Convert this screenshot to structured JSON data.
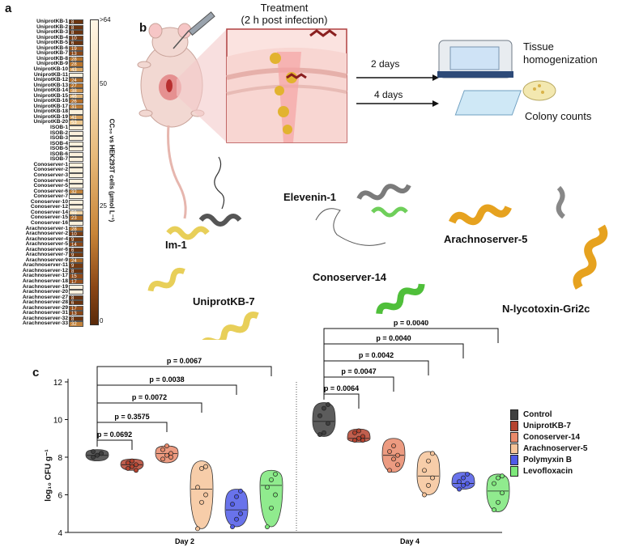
{
  "panel_a": {
    "label": "a",
    "cbar_label": "CC₅₀ vs HEK293T cells (µmol L⁻¹)",
    "cbar_ticks": [
      ">64",
      "50",
      "25",
      "0"
    ],
    "rows": [
      {
        "name": "UniprotKB-1",
        "value": "8",
        "color": "#6b3410"
      },
      {
        "name": "UniprotKB-2",
        "value": "8",
        "color": "#6b3410"
      },
      {
        "name": "UniprotKB-3",
        "value": "8",
        "color": "#6b3410"
      },
      {
        "name": "UniprotKB-4",
        "value": "10",
        "color": "#7a3c12"
      },
      {
        "name": "UniprotKB-5",
        "value": "6",
        "color": "#6b3410"
      },
      {
        "name": "UniprotKB-6",
        "value": "19",
        "color": "#a05a20"
      },
      {
        "name": "UniprotKB-7",
        "value": "13",
        "color": "#8a4616"
      },
      {
        "name": "UniprotKB-8",
        "value": "28",
        "color": "#b8742c"
      },
      {
        "name": "UniprotKB-9",
        "value": "28",
        "color": "#b8742c"
      },
      {
        "name": "UniprotKB-10",
        "value": "43",
        "color": "#d9a560"
      },
      {
        "name": "UniprotKB-11",
        "value": "",
        "color": "#fbf0dc"
      },
      {
        "name": "UniprotKB-12",
        "value": "24",
        "color": "#b06c28"
      },
      {
        "name": "UniprotKB-13",
        "value": "27",
        "color": "#b6722b"
      },
      {
        "name": "UniprotKB-14",
        "value": "38",
        "color": "#cf9550"
      },
      {
        "name": "UniprotKB-15",
        "value": "46",
        "color": "#e0b273"
      },
      {
        "name": "UniprotKB-16",
        "value": "26",
        "color": "#b46e2a"
      },
      {
        "name": "UniprotKB-17",
        "value": "31",
        "color": "#c07e36"
      },
      {
        "name": "UniprotKB-18",
        "value": "",
        "color": "#fbf0dc"
      },
      {
        "name": "UniprotKB-19",
        "value": "41",
        "color": "#d7a05c"
      },
      {
        "name": "UniprotKB-20",
        "value": "53",
        "color": "#ecc890"
      },
      {
        "name": "ISOB-1",
        "value": "",
        "color": "#fbf0dc"
      },
      {
        "name": "ISOB-2",
        "value": "",
        "color": "#fbf0dc"
      },
      {
        "name": "ISOB-3",
        "value": "",
        "color": "#fbf0dc"
      },
      {
        "name": "ISOB-4",
        "value": "",
        "color": "#fbf0dc"
      },
      {
        "name": "ISOB-5",
        "value": "",
        "color": "#fbf0dc"
      },
      {
        "name": "ISOB-6",
        "value": "",
        "color": "#fbf0dc"
      },
      {
        "name": "ISOB-7",
        "value": "",
        "color": "#fbf0dc"
      },
      {
        "name": "Conoserver-1",
        "value": "",
        "color": "#fbf0dc"
      },
      {
        "name": "Conoserver-2",
        "value": "",
        "color": "#fbf0dc"
      },
      {
        "name": "Conoserver-3",
        "value": "",
        "color": "#fbf0dc"
      },
      {
        "name": "Conoserver-4",
        "value": "",
        "color": "#fbf0dc"
      },
      {
        "name": "Conoserver-5",
        "value": "",
        "color": "#fbf0dc"
      },
      {
        "name": "Conoserver-6",
        "value": "32",
        "color": "#c2823a"
      },
      {
        "name": "Conoserver-7",
        "value": "",
        "color": "#fbf0dc"
      },
      {
        "name": "Conoserver-10",
        "value": "",
        "color": "#fbf0dc"
      },
      {
        "name": "Conoserver-12",
        "value": "",
        "color": "#fbf0dc"
      },
      {
        "name": "Conoserver-14",
        "value": "59",
        "color": "#f2d6a8"
      },
      {
        "name": "Conoserver-15",
        "value": "23",
        "color": "#ac6826"
      },
      {
        "name": "Conoserver-16",
        "value": "",
        "color": "#fbf0dc"
      },
      {
        "name": "Arachnoserver-1",
        "value": "28",
        "color": "#b8742c"
      },
      {
        "name": "Arachnoserver-2",
        "value": "10",
        "color": "#7a3c12"
      },
      {
        "name": "Arachnoserver-4",
        "value": "9",
        "color": "#743a11"
      },
      {
        "name": "Arachnoserver-5",
        "value": "14",
        "color": "#8c4817"
      },
      {
        "name": "Arachnoserver-6",
        "value": "6",
        "color": "#6b3410"
      },
      {
        "name": "Arachnoserver-7",
        "value": "9",
        "color": "#743a11"
      },
      {
        "name": "Arachnoserver-9",
        "value": "24",
        "color": "#b06c28"
      },
      {
        "name": "Arachnoserver-11",
        "value": "9",
        "color": "#743a11"
      },
      {
        "name": "Arachnoserver-12",
        "value": "8",
        "color": "#6b3410"
      },
      {
        "name": "Arachnoserver-17",
        "value": "15",
        "color": "#904a18"
      },
      {
        "name": "Arachnoserver-18",
        "value": "17",
        "color": "#984f1b"
      },
      {
        "name": "Arachnoserver-19",
        "value": "",
        "color": "#fbf0dc"
      },
      {
        "name": "Arachnoserver-20",
        "value": "",
        "color": "#fbf0dc"
      },
      {
        "name": "Arachnoserver-27",
        "value": "8",
        "color": "#6b3410"
      },
      {
        "name": "Arachnoserver-28",
        "value": "6",
        "color": "#6b3410"
      },
      {
        "name": "Arachnoserver-29",
        "value": "17",
        "color": "#984f1b"
      },
      {
        "name": "Arachnoserver-31",
        "value": "13",
        "color": "#8a4616"
      },
      {
        "name": "Arachnoserver-32",
        "value": "8",
        "color": "#6b3410"
      },
      {
        "name": "Arachnoserver-33",
        "value": "32",
        "color": "#c2823a"
      }
    ]
  },
  "panel_b": {
    "label": "b",
    "treatment_title": "Treatment",
    "treatment_sub": "(2 h post infection)",
    "arrow_1": "2 days",
    "arrow_2": "4 days",
    "tissue": "Tissue",
    "homogenization": "homogenization",
    "colony": "Colony counts",
    "peptides": [
      "Im-1",
      "UniprotKB-7",
      "Elevenin-1",
      "Conoserver-14",
      "Arachnoserver-5",
      "N-lycotoxin-Gri2c"
    ]
  },
  "panel_c": {
    "label": "c",
    "ylabel": "log₁₀ CFU g⁻¹",
    "yticks": [
      "4",
      "6",
      "8",
      "10",
      "12"
    ],
    "groups": [
      "Day 2",
      "Day 4"
    ],
    "legend": [
      {
        "name": "Control",
        "color": "#3f3f3f"
      },
      {
        "name": "UniprotKB-7",
        "color": "#b5432f"
      },
      {
        "name": "Conoserver-14",
        "color": "#e98a6b"
      },
      {
        "name": "Arachnoserver-5",
        "color": "#f6c49a"
      },
      {
        "name": "Polymyxin B",
        "color": "#4f5ae8"
      },
      {
        "name": "Levofloxacin",
        "color": "#7de87a"
      }
    ],
    "pvalues_day2": [
      "p = 0.0692",
      "p = 0.3575",
      "p = 0.0072",
      "p = 0.0038",
      "p = 0.0067"
    ],
    "pvalues_day4": [
      "p = 0.0064",
      "p = 0.0047",
      "p = 0.0042",
      "p = 0.0040",
      "p = 0.0040"
    ]
  },
  "chart_data": {
    "type": "violin",
    "title": "",
    "xlabel": "",
    "ylabel": "log10 CFU g-1",
    "ylim": [
      4,
      12
    ],
    "categories": [
      "Day 2",
      "Day 4"
    ],
    "series": [
      {
        "name": "Control",
        "median": [
          8.1,
          9.9
        ],
        "min": [
          7.8,
          9.1
        ],
        "max": [
          8.4,
          10.9
        ],
        "points": [
          [
            8.0,
            8.1,
            8.2,
            8.3,
            8.1,
            8.2
          ],
          [
            9.2,
            9.3,
            9.8,
            10.2,
            10.6,
            10.8
          ]
        ]
      },
      {
        "name": "UniprotKB-7",
        "median": [
          7.6,
          9.0
        ],
        "min": [
          7.3,
          8.8
        ],
        "max": [
          7.9,
          9.5
        ],
        "points": [
          [
            7.4,
            7.5,
            7.6,
            7.7,
            7.8,
            7.3
          ],
          [
            8.9,
            9.0,
            9.1,
            9.3,
            9.4,
            8.9
          ]
        ]
      },
      {
        "name": "Conoserver-14",
        "median": [
          8.2,
          8.1
        ],
        "min": [
          7.7,
          7.2
        ],
        "max": [
          8.6,
          9.0
        ],
        "points": [
          [
            7.9,
            8.1,
            8.2,
            8.4,
            8.6,
            8.0
          ],
          [
            7.3,
            7.9,
            8.1,
            8.3,
            8.6,
            7.6
          ]
        ]
      },
      {
        "name": "Arachnoserver-5",
        "median": [
          6.3,
          7.0
        ],
        "min": [
          4.2,
          6.0
        ],
        "max": [
          7.8,
          8.3
        ],
        "points": [
          [
            4.2,
            5.6,
            6.0,
            6.4,
            7.4,
            7.5
          ],
          [
            6.0,
            6.5,
            6.9,
            7.3,
            7.8,
            8.2
          ]
        ]
      },
      {
        "name": "Polymyxin B",
        "median": [
          5.2,
          6.6
        ],
        "min": [
          4.3,
          6.3
        ],
        "max": [
          6.3,
          7.2
        ],
        "points": [
          [
            4.3,
            4.7,
            5.0,
            5.5,
            5.9,
            6.2
          ],
          [
            6.3,
            6.5,
            6.6,
            6.7,
            6.9,
            7.1
          ]
        ]
      },
      {
        "name": "Levofloxacin",
        "median": [
          6.5,
          6.2
        ],
        "min": [
          4.3,
          5.1
        ],
        "max": [
          7.3,
          7.1
        ],
        "points": [
          [
            4.3,
            5.3,
            6.0,
            6.4,
            6.8,
            7.1
          ],
          [
            5.2,
            5.6,
            6.1,
            6.6,
            6.9,
            7.0
          ]
        ]
      }
    ]
  }
}
